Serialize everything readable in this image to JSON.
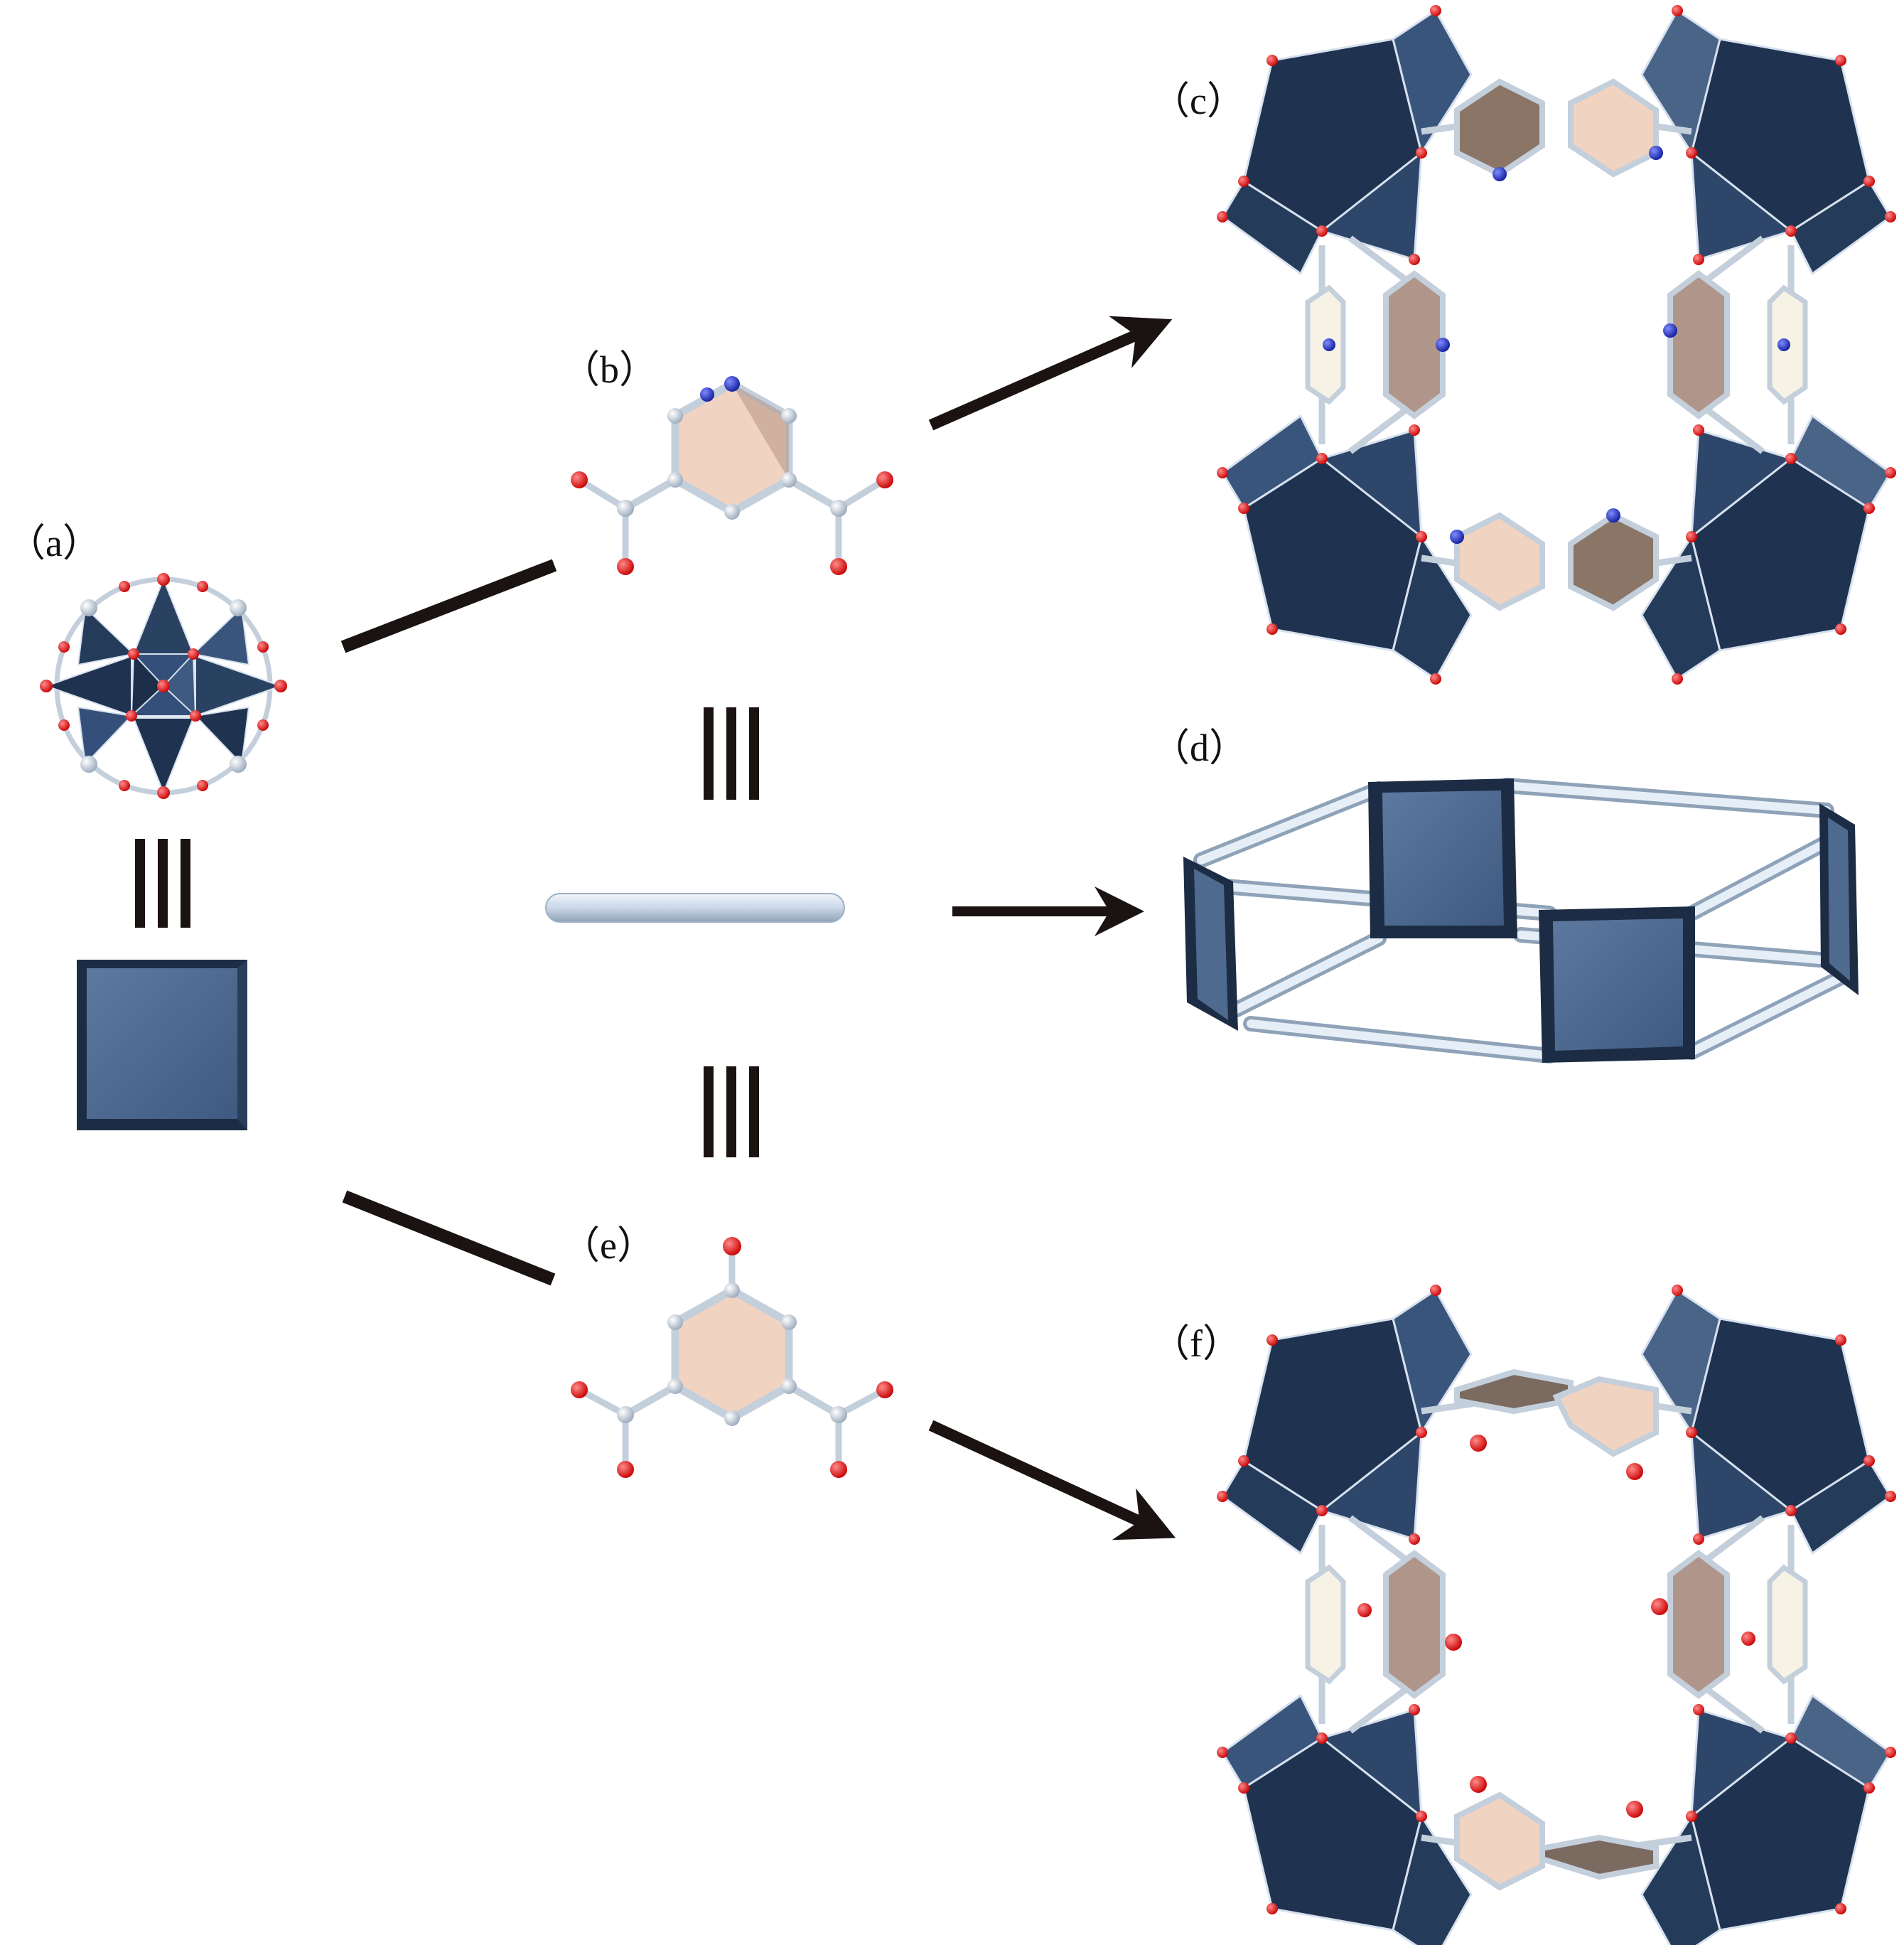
{
  "panels": {
    "a": "（a）",
    "b": "（b）",
    "c": "（c）",
    "d": "（d）",
    "e": "（e）",
    "f": "（f）"
  },
  "colors": {
    "polyhedron_dark": "#1f3350",
    "polyhedron_light": "#4a6488",
    "square_fill": "#4e6a8e",
    "square_edge": "#1c2c44",
    "rod": "#c9d6e6",
    "rod_edge": "#8ea2b8",
    "carbon": "#c4cfdc",
    "oxygen": "#e01414",
    "nitrogen": "#1a2bd8",
    "ring_fill": "#f1d3c2",
    "ring_dark": "#7b6a60",
    "arrow": "#1b1311",
    "line": "#1b1311"
  },
  "icons": [
    "secondary-building-unit",
    "square-node",
    "pyridine-dicarboxylate-ligand",
    "rod-linker",
    "hydroxy-isophthalate-ligand",
    "metal-organic-cage",
    "hexagonal-prism-topology"
  ]
}
